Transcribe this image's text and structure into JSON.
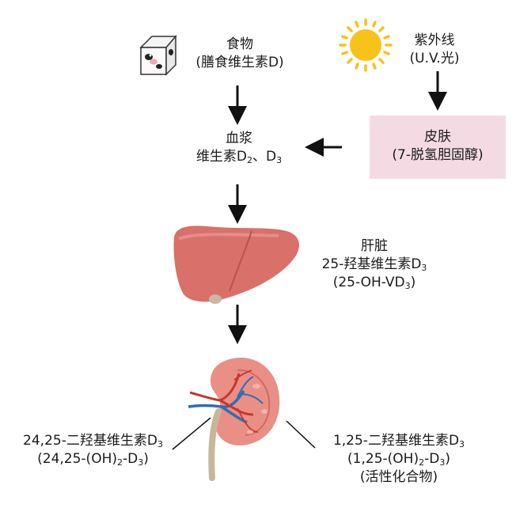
{
  "food": {
    "title": "食物",
    "subtitle": "(膳食维生素D)"
  },
  "uv": {
    "title": "紫外线",
    "subtitle": "(U.V.光)"
  },
  "skin": {
    "title": "皮肤",
    "subtitle": "(7-脱氢胆固醇)"
  },
  "plasma": {
    "title": "血浆",
    "line2_main": "维生素D",
    "sub_a": "2",
    "sep": "、D",
    "sub_b": "3"
  },
  "liver": {
    "title": "肝脏",
    "line2_main": "25-羟基维生素D",
    "line2_sub": "3",
    "line3_pre": "(25-OH-VD",
    "line3_sub": "3",
    "line3_post": ")"
  },
  "inactive": {
    "line1_main": "24,25-二羟基维生素D",
    "line1_sub": "3",
    "l2_a": "(24,25-(OH)",
    "l2_sub1": "2",
    "l2_b": "-D",
    "l2_sub2": "3",
    "l2_c": ")"
  },
  "active": {
    "line1_main": "1,25-二羟基维生素D",
    "line1_sub": "3",
    "l2_a": "(1,25-(OH)",
    "l2_sub1": "2",
    "l2_b": "-D",
    "l2_sub2": "3",
    "l2_c": ")",
    "line3": "(活性化合物)"
  },
  "colors": {
    "skin_bg": "#f4dbe3",
    "sun": "#f7c21a",
    "liver": "#d9706a",
    "kidney": "#e98f86",
    "vein": "#2c6fb4",
    "artery": "#c8362c"
  }
}
